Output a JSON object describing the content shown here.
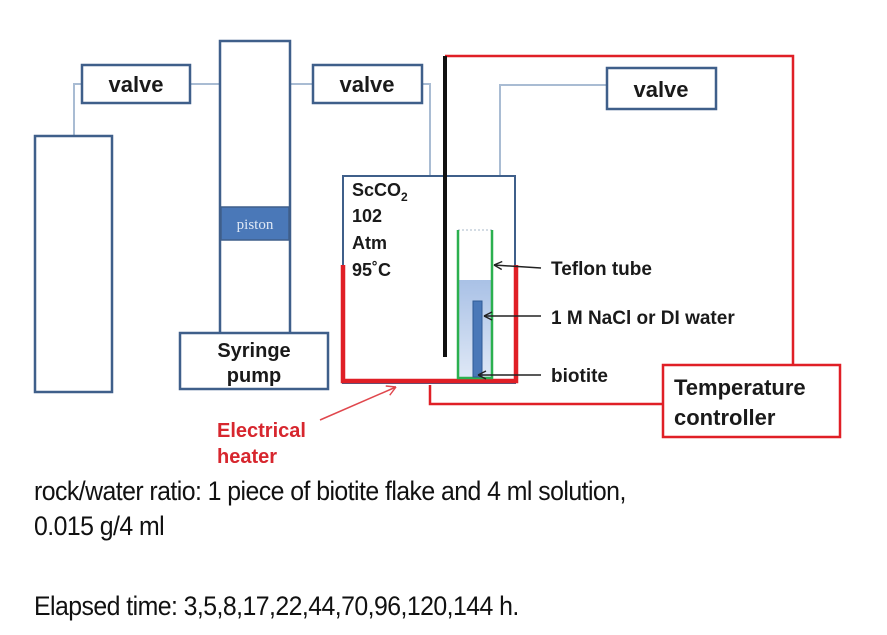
{
  "diagram": {
    "valves": [
      "valve",
      "valve",
      "valve"
    ],
    "piston": "piston",
    "syringe_pump": [
      "Syringe",
      "pump"
    ],
    "reactor": {
      "medium": "ScCO",
      "medium_subscript": "2",
      "pressure": "102",
      "pressure_unit": "Atm",
      "temperature": "95˚C"
    },
    "labels": {
      "teflon_tube": "Teflon tube",
      "solution": "1 M NaCl or DI water",
      "biotite": "biotite"
    },
    "heater": [
      "Electrical",
      "heater"
    ],
    "temperature_controller": [
      "Temperature",
      "controller"
    ],
    "colors": {
      "box_border": "#3f5f8a",
      "pipe": "#a9bcd3",
      "heater_red": "#e01f26",
      "teflon_green": "#2bb04f",
      "solution_fill": "#b9cde9",
      "biotite_fill": "#4a78b8",
      "piston_fill": "#4a78b8"
    }
  },
  "captions": {
    "ratio_line1": "rock/water ratio: 1 piece of biotite flake and 4 ml solution,",
    "ratio_line2": "0.015 g/4 ml",
    "elapsed": "Elapsed time: 3,5,8,17,22,44,70,96,120,144 h."
  }
}
